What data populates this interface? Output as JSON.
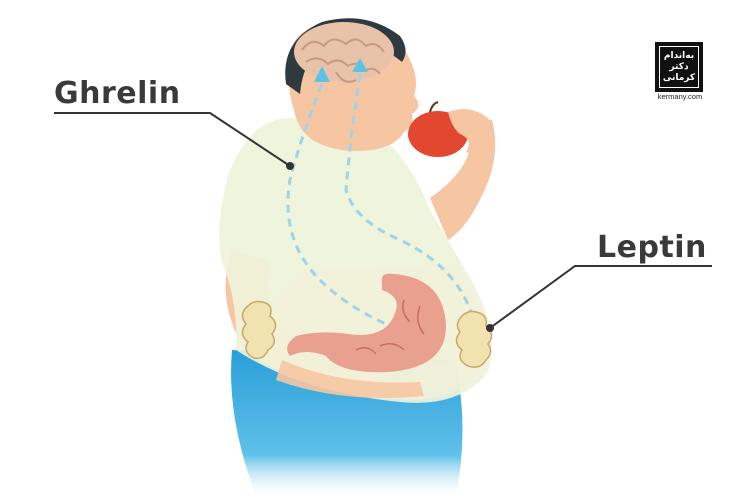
{
  "labels": {
    "ghrelin": "Ghrelin",
    "leptin": "Leptin"
  },
  "logo": {
    "line1": "به‌اندام",
    "line2": "دکتر",
    "line3": "کرمانی",
    "url": "kermany.com"
  },
  "colors": {
    "skin": "#f6c6a3",
    "shirt": "#eef3da",
    "pants": "#2a9fd8",
    "hair": "#2f3a40",
    "brain": "#e9c3a9",
    "stomach": "#e9a08e",
    "apple": "#e2472f",
    "fat": "#f1e3b0",
    "hormone_path": "#9fd3e6",
    "arrow": "#5cc3e6",
    "leader_line": "#333333"
  }
}
